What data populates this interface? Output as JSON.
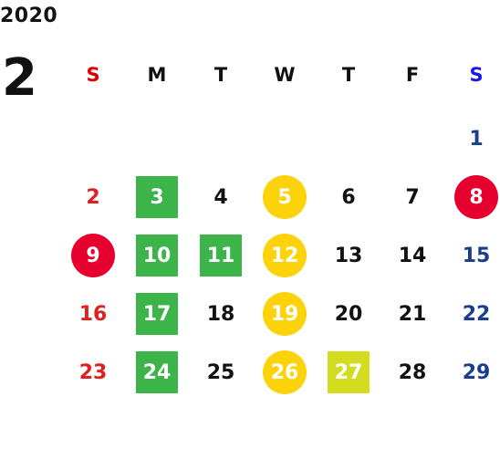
{
  "year": "2020",
  "month": "2",
  "weekdays": [
    "S",
    "M",
    "T",
    "W",
    "T",
    "F",
    "S"
  ],
  "colors": {
    "sunday": "#e02020",
    "saturday": "#1a3d8f",
    "weekday": "#111111",
    "header_sunday": "#e00000",
    "header_saturday": "#1a1ae6",
    "marker_red": "#e6002d",
    "marker_yellow": "#fcd20a",
    "marker_green": "#3cb44a",
    "marker_lime": "#d3dc1e",
    "marker_text": "#ffffff"
  },
  "first_weekday": 6,
  "days": [
    {
      "day": "1"
    },
    {
      "day": "2"
    },
    {
      "day": "3",
      "marker": "green-square"
    },
    {
      "day": "4"
    },
    {
      "day": "5",
      "marker": "yellow-circle"
    },
    {
      "day": "6"
    },
    {
      "day": "7"
    },
    {
      "day": "8",
      "marker": "red-circle"
    },
    {
      "day": "9",
      "marker": "red-circle"
    },
    {
      "day": "10",
      "marker": "green-square"
    },
    {
      "day": "11",
      "marker": "green-square"
    },
    {
      "day": "12",
      "marker": "yellow-circle"
    },
    {
      "day": "13"
    },
    {
      "day": "14"
    },
    {
      "day": "15"
    },
    {
      "day": "16"
    },
    {
      "day": "17",
      "marker": "green-square"
    },
    {
      "day": "18"
    },
    {
      "day": "19",
      "marker": "yellow-circle"
    },
    {
      "day": "20"
    },
    {
      "day": "21"
    },
    {
      "day": "22"
    },
    {
      "day": "23"
    },
    {
      "day": "24",
      "marker": "green-square"
    },
    {
      "day": "25"
    },
    {
      "day": "26",
      "marker": "yellow-circle"
    },
    {
      "day": "27",
      "marker": "lime-square"
    },
    {
      "day": "28"
    },
    {
      "day": "29"
    }
  ]
}
